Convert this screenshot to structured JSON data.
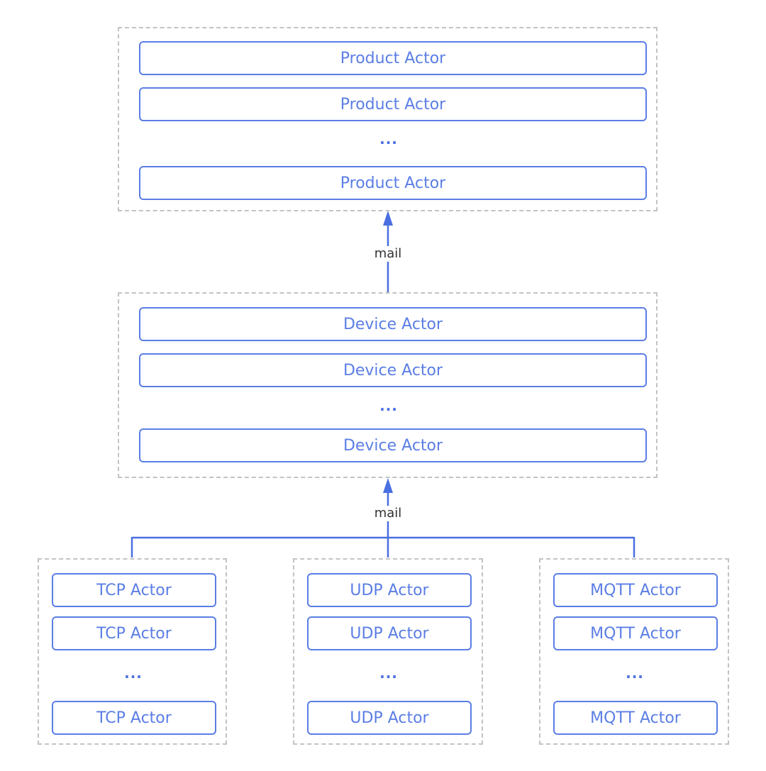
{
  "colors": {
    "actor_border": "#5b7ee5",
    "actor_text": "#5b7ee5",
    "group_border": "#c3c3c3",
    "arrow": "#4a6fe0",
    "label_text": "#333333"
  },
  "product_group": {
    "actors": [
      "Product Actor",
      "Product Actor",
      "Product Actor"
    ],
    "ellipsis": "..."
  },
  "arrow_top": {
    "label": "mail"
  },
  "device_group": {
    "actors": [
      "Device Actor",
      "Device Actor",
      "Device Actor"
    ],
    "ellipsis": "..."
  },
  "arrow_bottom": {
    "label": "mail"
  },
  "tcp_group": {
    "actors": [
      "TCP Actor",
      "TCP Actor",
      "TCP Actor"
    ],
    "ellipsis": "..."
  },
  "udp_group": {
    "actors": [
      "UDP Actor",
      "UDP Actor",
      "UDP Actor"
    ],
    "ellipsis": "..."
  },
  "mqtt_group": {
    "actors": [
      "MQTT Actor",
      "MQTT Actor",
      "MQTT Actor"
    ],
    "ellipsis": "..."
  }
}
